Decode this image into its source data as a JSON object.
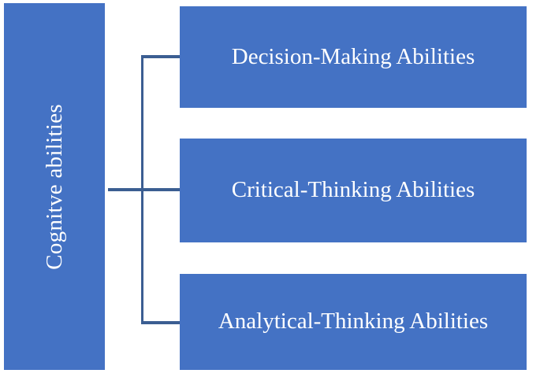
{
  "diagram": {
    "type": "hierarchy-tree",
    "orientation": "left-to-right",
    "colors": {
      "node_fill": "#4472c4",
      "node_text": "#ffffff",
      "connector": "#3b5e92",
      "background": "#ffffff"
    },
    "root": {
      "label": "Cognitve abilities",
      "text_orientation": "vertical-bottom-to-top"
    },
    "children": [
      {
        "label": "Decision-Making Abilities"
      },
      {
        "label": "Critical-Thinking Abilities"
      },
      {
        "label": "Analytical-Thinking Abilities"
      }
    ]
  }
}
